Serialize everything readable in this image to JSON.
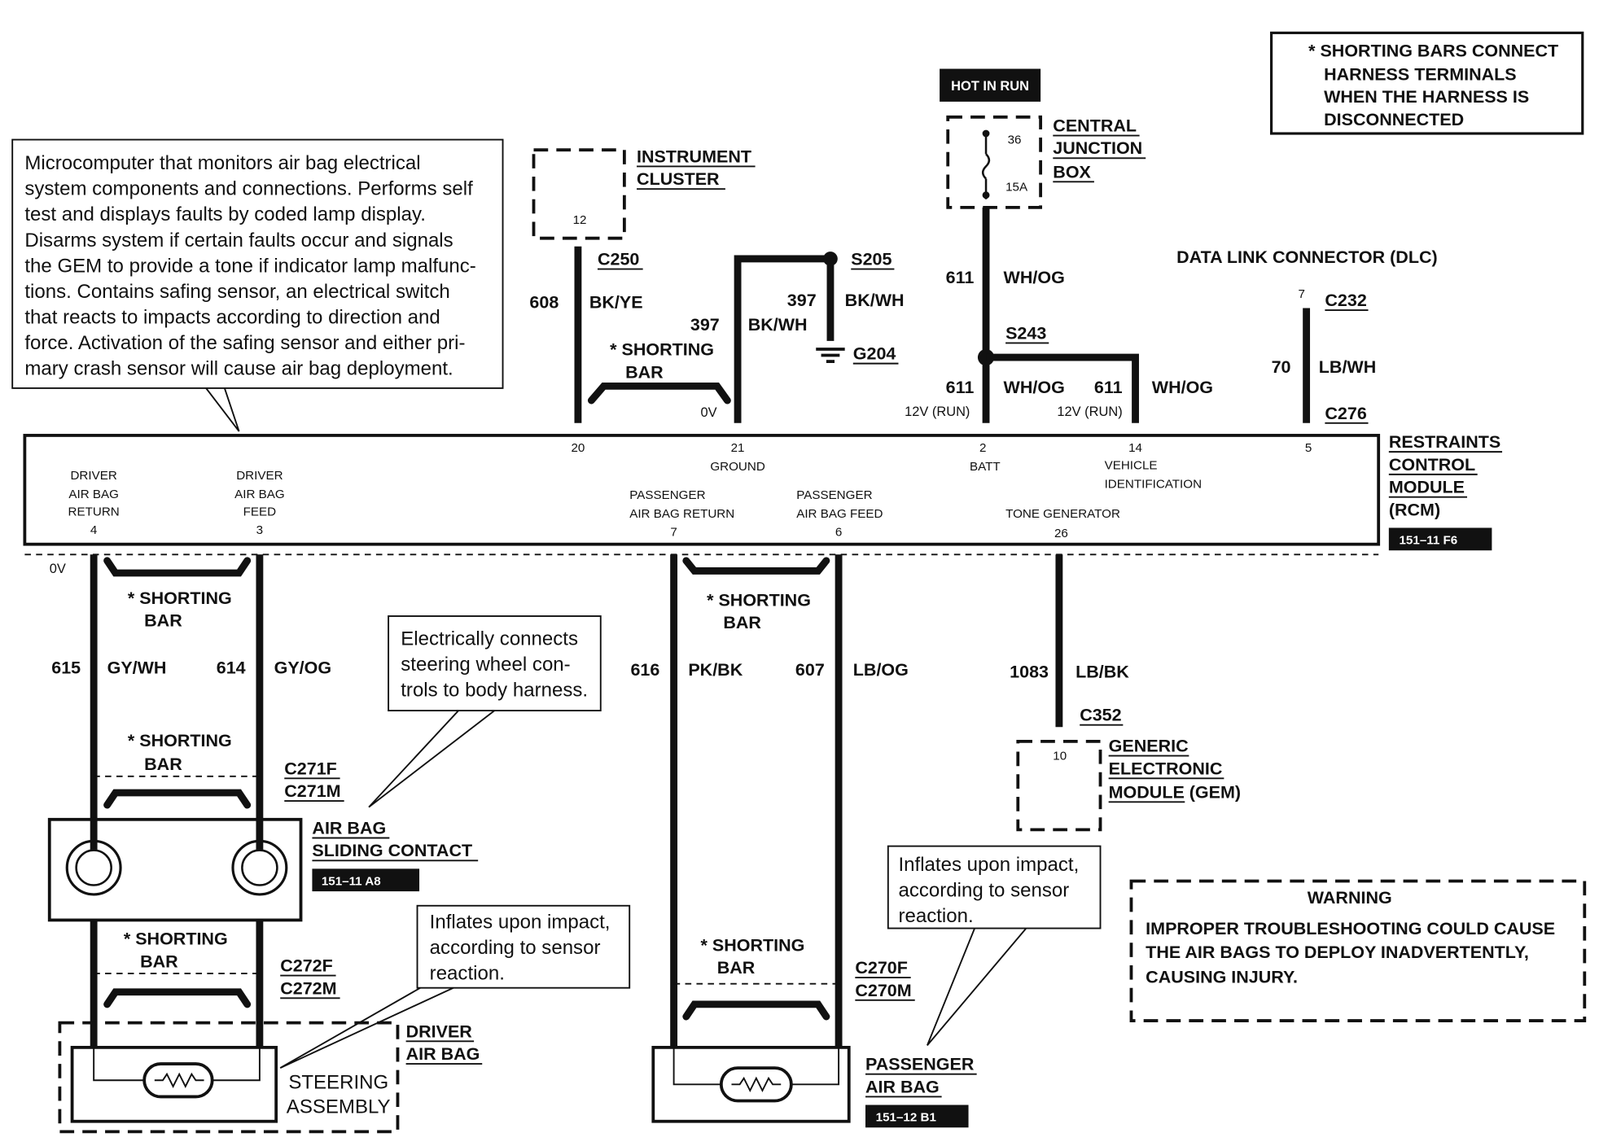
{
  "shorting_note": [
    "* SHORTING BARS CONNECT",
    "HARNESS TERMINALS",
    "WHEN THE HARNESS IS",
    "DISCONNECTED"
  ],
  "rcm_note": [
    "Microcomputer that monitors air bag electrical",
    "system components and connections.  Performs self",
    "test and displays faults by coded lamp display.",
    "Disarms system if certain faults occur and signals",
    "the GEM to provide a tone if indicator lamp malfunc-",
    "tions.  Contains safing sensor, an electrical switch",
    "that reacts to impacts according to direction and",
    "force. Activation of the safing sensor and either pri-",
    "mary crash sensor will cause air bag deployment."
  ],
  "hot_in_run": "HOT IN RUN",
  "cjb": {
    "title": [
      "CENTRAL",
      "JUNCTION",
      "BOX"
    ],
    "pin_top": "36",
    "fuse": "15A"
  },
  "instrument_cluster": {
    "title": [
      "INSTRUMENT",
      "CLUSTER"
    ],
    "pin": "12"
  },
  "dlc": {
    "title": "DATA LINK CONNECTOR (DLC)",
    "pin": "7",
    "conn_top": "C232",
    "conn_bottom": "C276",
    "circuit": "70",
    "color": "LB/WH"
  },
  "splices": {
    "s205": "S205",
    "g204": "G204",
    "s243": "S243"
  },
  "top_wires": {
    "c250": "C250",
    "w608": "608",
    "c608": "BK/YE",
    "w397a": "397",
    "c397a": "BK/WH",
    "w397b": "397",
    "c397b": "BK/WH",
    "w611a": "611",
    "c611a": "WH/OG",
    "w611b": "611",
    "c611b": "WH/OG",
    "w611c": "611",
    "c611c": "WH/OG",
    "v12a": "12V (RUN)",
    "v12b": "12V (RUN)",
    "zero_top": "0V",
    "zero_left": "0V"
  },
  "shorting_bar": [
    "* SHORTING",
    "BAR"
  ],
  "rcm": {
    "title": [
      "RESTRAINTS",
      "CONTROL",
      "MODULE",
      "(RCM)"
    ],
    "ref": "151–11 F6",
    "pins": [
      {
        "num": "4",
        "name": [
          "DRIVER",
          "AIR BAG",
          "RETURN"
        ]
      },
      {
        "num": "3",
        "name": [
          "DRIVER",
          "AIR BAG",
          "FEED"
        ]
      },
      {
        "num": "20",
        "name": []
      },
      {
        "num": "21",
        "name": [
          "GROUND"
        ]
      },
      {
        "num": "7",
        "name": [
          "PASSENGER",
          "AIR BAG RETURN"
        ]
      },
      {
        "num": "6",
        "name": [
          "PASSENGER",
          "AIR BAG FEED"
        ]
      },
      {
        "num": "2",
        "name": [
          "BATT"
        ]
      },
      {
        "num": "14",
        "name": [
          "VEHICLE",
          "IDENTIFICATION"
        ]
      },
      {
        "num": "26",
        "name": [
          "TONE GENERATOR"
        ]
      },
      {
        "num": "5",
        "name": []
      }
    ]
  },
  "lower_wires": {
    "w615": "615",
    "c615": "GY/WH",
    "w614": "614",
    "c614": "GY/OG",
    "w616": "616",
    "c616": "PK/BK",
    "w607": "607",
    "c607": "LB/OG",
    "w1083": "1083",
    "c1083": "LB/BK",
    "c352": "C352",
    "c271f": "C271F",
    "c271m": "C271M",
    "c272f": "C272F",
    "c272m": "C272M",
    "c270f": "C270F",
    "c270m": "C270M"
  },
  "sliding_contact": {
    "title": [
      "AIR BAG",
      "SLIDING CONTACT"
    ],
    "ref": "151–11 A8",
    "note": [
      "Electrically connects",
      "steering wheel con-",
      "trols to body harness."
    ]
  },
  "driver_airbag": {
    "title": [
      "DRIVER",
      "AIR BAG"
    ],
    "assembly": [
      "STEERING",
      "ASSEMBLY"
    ],
    "note": [
      "Inflates upon impact,",
      "according to sensor",
      "reaction."
    ]
  },
  "passenger_airbag": {
    "title": [
      "PASSENGER",
      "AIR BAG"
    ],
    "ref": "151–12 B1",
    "note": [
      "Inflates upon impact,",
      "according to sensor",
      "reaction."
    ]
  },
  "gem": {
    "title": [
      "GENERIC",
      "ELECTRONIC",
      "MODULE (GEM)"
    ],
    "pin": "10"
  },
  "warning": {
    "title": "WARNING",
    "lines": [
      "IMPROPER TROUBLESHOOTING COULD CAUSE",
      "THE AIR BAGS TO  DEPLOY INADVERTENTLY,",
      "CAUSING INJURY."
    ]
  }
}
